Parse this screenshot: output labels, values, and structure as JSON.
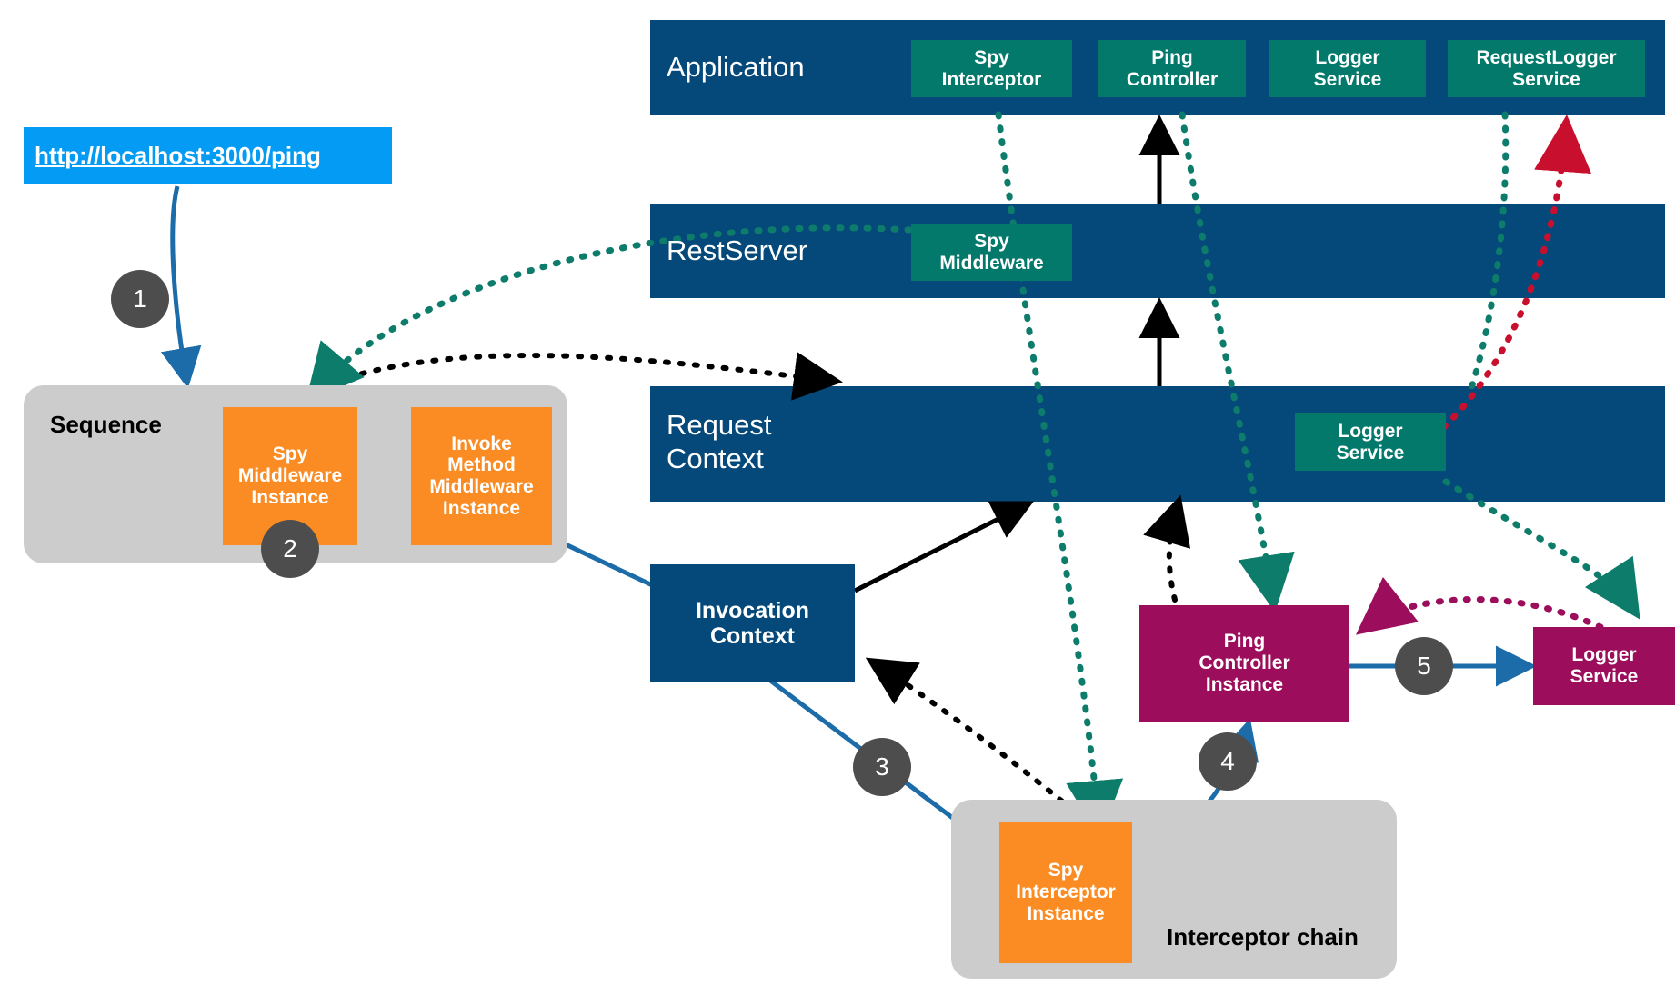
{
  "diagram": {
    "title": "LoopBack request flow with Spy middleware and interceptor",
    "colors": {
      "band_navy": "#05497a",
      "teal": "#03796c",
      "orange": "#fb8c23",
      "magenta": "#9c0e5c",
      "group_gray": "#cccccc",
      "badge_gray": "#4d4d4d",
      "url_blue": "#049bf5",
      "arrow_blue": "#1b6ca8",
      "arrow_black": "#000000",
      "arrow_teal": "#0e7c6b",
      "arrow_red": "#c8102e",
      "arrow_magenta": "#9c0e5c"
    }
  },
  "url_box": {
    "label": "http://localhost:3000/ping"
  },
  "bands": [
    {
      "label": "Application"
    },
    {
      "label": "RestServer"
    },
    {
      "label": "Request\nContext"
    }
  ],
  "application": {
    "label": "Application",
    "artifacts": [
      {
        "label": "Spy\nInterceptor"
      },
      {
        "label": "Ping\nController"
      },
      {
        "label": "Logger\nService"
      },
      {
        "label": "RequestLogger\nService"
      }
    ]
  },
  "restserver": {
    "label": "RestServer",
    "artifacts": [
      {
        "label": "Spy\nMiddleware"
      }
    ]
  },
  "request_context": {
    "label": "Request\nContext",
    "artifacts": [
      {
        "label": "Logger\nService"
      }
    ]
  },
  "sequence_group": {
    "label": "Sequence",
    "items": [
      {
        "label": "Spy\nMiddleware\nInstance"
      },
      {
        "label": "Invoke\nMethod\nMiddleware\nInstance"
      }
    ]
  },
  "interceptor_group": {
    "label": "Interceptor chain",
    "items": [
      {
        "label": "Spy\nInterceptor\nInstance"
      }
    ]
  },
  "instances": {
    "invocation_context": "Invocation\nContext",
    "ping_controller_instance": "Ping\nController\nInstance",
    "logger_service_instance": "Logger\nService"
  },
  "step_badges": [
    {
      "number": "1"
    },
    {
      "number": "2"
    },
    {
      "number": "3"
    },
    {
      "number": "4"
    },
    {
      "number": "5"
    }
  ]
}
